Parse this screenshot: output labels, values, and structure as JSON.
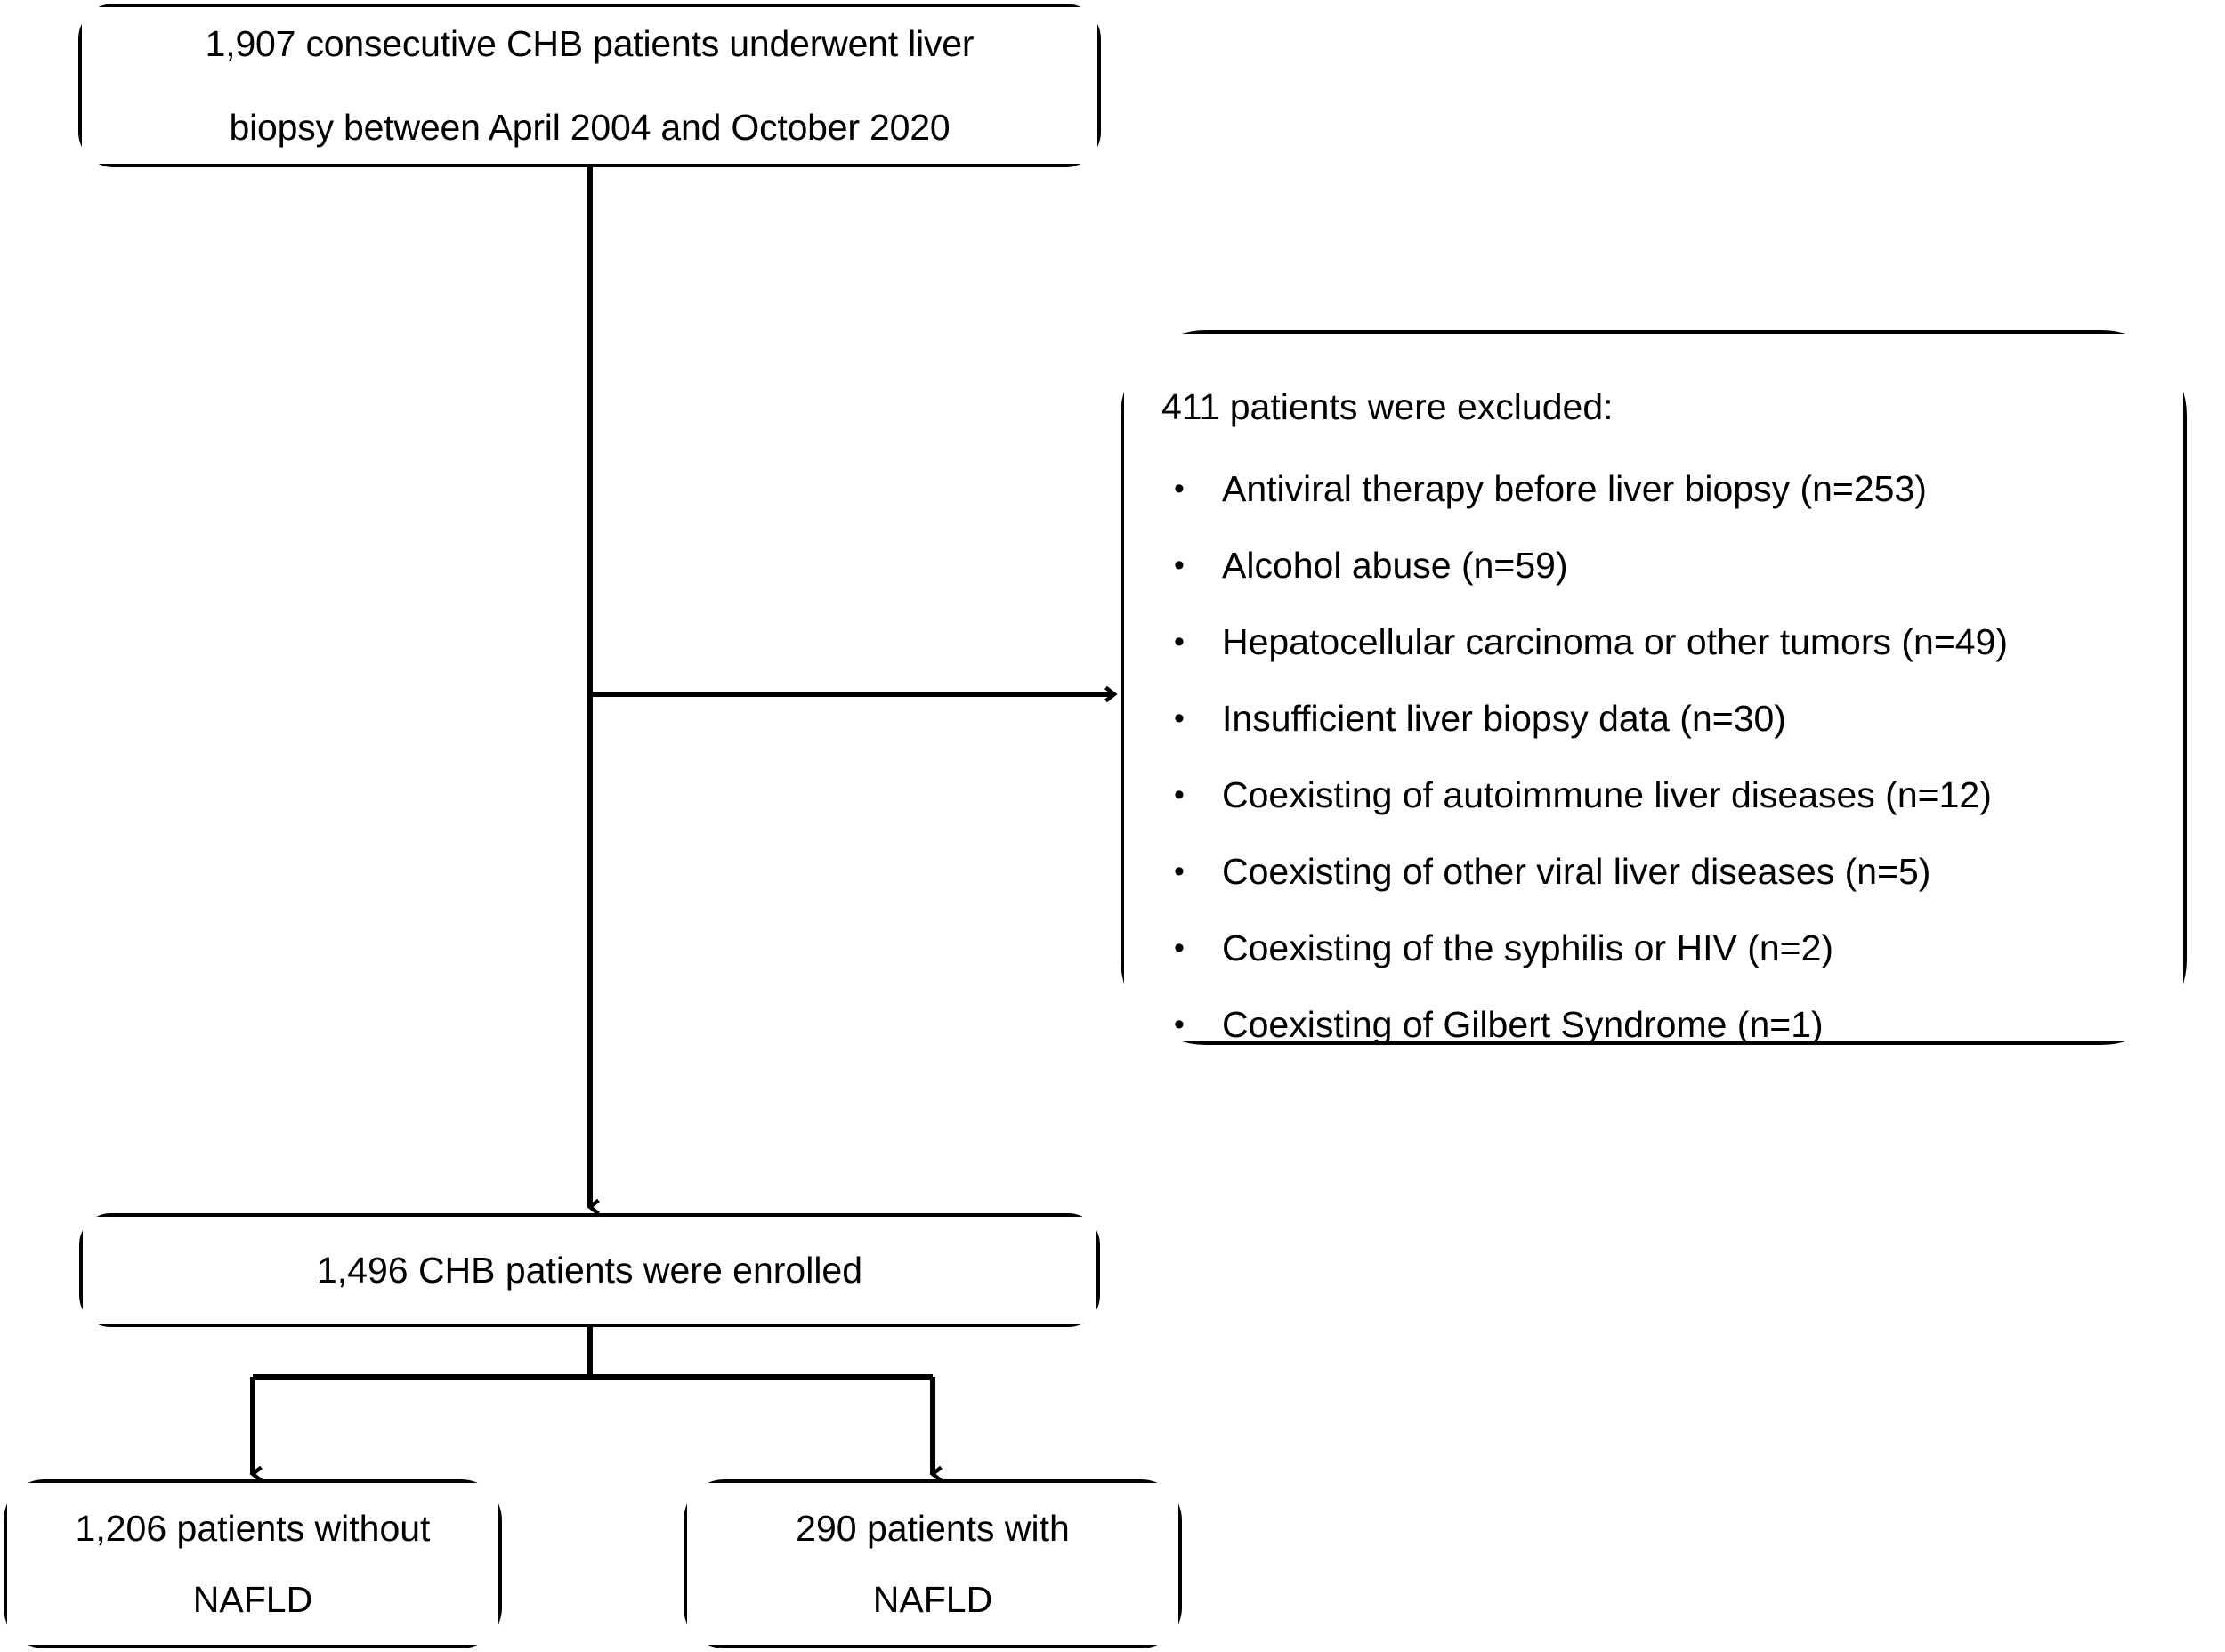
{
  "figure": {
    "type": "flowchart",
    "orientation": "top-to-bottom",
    "stroke_color": "#000000",
    "background_color": "#ffffff",
    "text_color": "#000000"
  },
  "nodes": {
    "screened": {
      "line1": "1,907 consecutive CHB patients underwent liver",
      "line2": "biopsy between April 2004 and October 2020"
    },
    "excluded": {
      "heading": "411 patients were excluded:",
      "bullet_glyph": "•",
      "items": [
        "Antiviral therapy before liver biopsy (n=253)",
        "Alcohol abuse (n=59)",
        "Hepatocellular carcinoma or other tumors (n=49)",
        "Insufficient liver biopsy data (n=30)",
        "Coexisting of autoimmune liver diseases (n=12)",
        "Coexisting of other viral liver diseases (n=5)",
        "Coexisting of the syphilis or HIV (n=2)",
        "Coexisting of Gilbert Syndrome (n=1)"
      ]
    },
    "enrolled": {
      "line1": "1,496 CHB patients were enrolled"
    },
    "no_nafld": {
      "line1": "1,206 patients without",
      "line2": "NAFLD"
    },
    "nafld": {
      "line1": "290 patients with",
      "line2": "NAFLD"
    }
  }
}
